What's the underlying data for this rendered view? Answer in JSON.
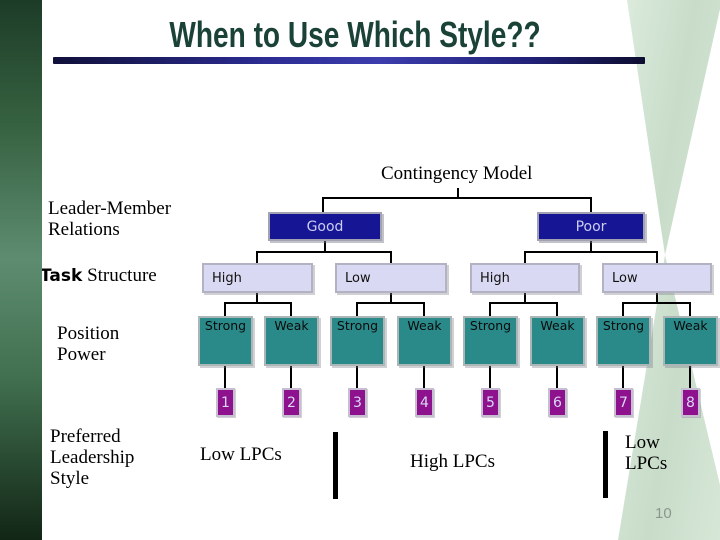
{
  "slide": {
    "title": "When to Use Which Style??",
    "page_number": "10"
  },
  "diagram": {
    "heading": "Contingency Model",
    "row_labels": {
      "relations": "Leader-Member\nRelations",
      "task_prefix": "Task",
      "task_suffix": " Structure",
      "position": "Position\nPower",
      "preferred": "Preferred\nLeadership\nStyle"
    },
    "relations": [
      "Good",
      "Poor"
    ],
    "structure": [
      "High",
      "Low",
      "High",
      "Low"
    ],
    "power": [
      "Strong",
      "Weak",
      "Strong",
      "Weak",
      "Strong",
      "Weak",
      "Strong",
      "Weak"
    ],
    "octants": [
      "1",
      "2",
      "3",
      "4",
      "5",
      "6",
      "7",
      "8"
    ],
    "styles": [
      "Low LPCs",
      "High LPCs",
      "Low\nLPCs"
    ]
  },
  "colors": {
    "title_green": "#1a4237",
    "navy_box": "#161695",
    "lavender_box": "#d9d9f3",
    "teal_box": "#2a8a8a",
    "purple_box": "#8e128e",
    "underline_navy": "#2e2e96",
    "sidebar_green_dark": "#1e3d29",
    "sidebar_green_light": "#5d8c70",
    "cone_green": "#cfe2cf",
    "page_number_gray": "#8c968c"
  }
}
